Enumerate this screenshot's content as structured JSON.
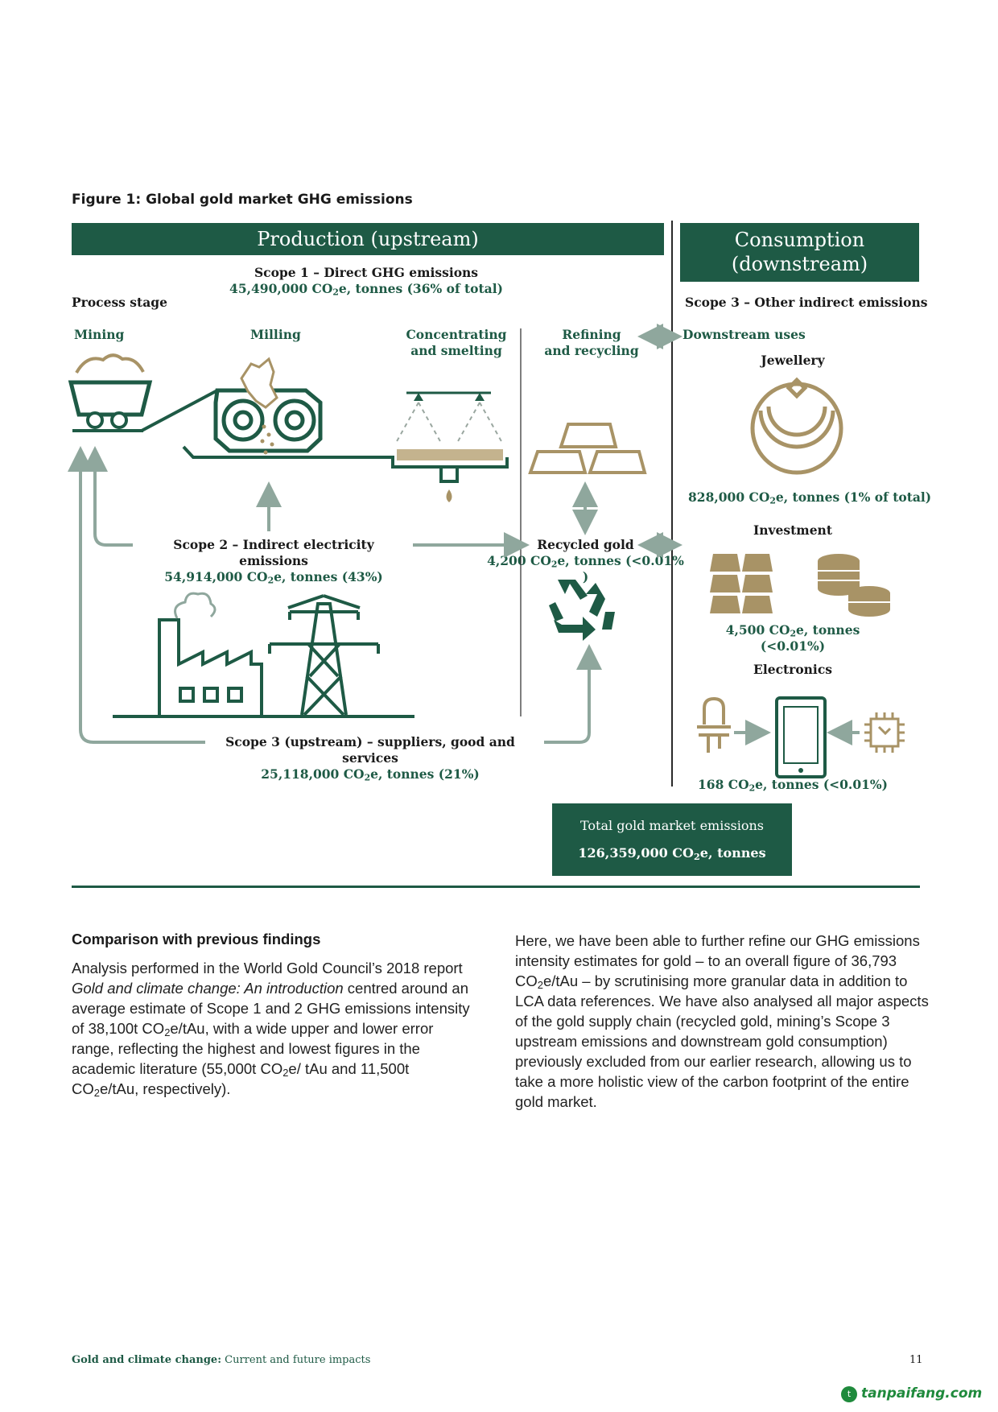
{
  "figure": {
    "title": "Figure 1: Global gold market GHG emissions",
    "production_header": "Production (upstream)",
    "consumption_header_1": "Consumption",
    "consumption_header_2": "(downstream)",
    "scope1": {
      "label": "Scope 1 – Direct GHG emissions",
      "value_pre": "45,490,000 CO",
      "value_post": "e, tonnes (36% of total)"
    },
    "process_stage": "Process stage",
    "scope3_other": "Scope 3 – Other indirect emissions",
    "stages": {
      "mining": "Mining",
      "milling": "Milling",
      "concentrating_1": "Concentrating",
      "concentrating_2": "and smelting",
      "refining_1": "Refining",
      "refining_2": "and recycling",
      "downstream": "Downstream uses"
    },
    "jewellery": {
      "label": "Jewellery",
      "value_pre": "828,000 CO",
      "value_post": "e, tonnes (1% of total)"
    },
    "investment": {
      "label": "Investment",
      "value_pre": "4,500 CO",
      "value_post": "e, tonnes (<0.01%)"
    },
    "electronics": {
      "label": "Electronics",
      "value_pre": "168 CO",
      "value_post": "e, tonnes (<0.01%)"
    },
    "scope2": {
      "label": "Scope 2 – Indirect electricity emissions",
      "value_pre": "54,914,000 CO",
      "value_post": "e, tonnes (43%)"
    },
    "recycled": {
      "label": "Recycled gold",
      "value_pre": "4,200 CO",
      "value_post": "e, tonnes (<0.01% )"
    },
    "scope3_up": {
      "label": "Scope 3 (upstream) – suppliers, good and services",
      "value_pre": "25,118,000 CO",
      "value_post": "e, tonnes (21%)"
    },
    "total": {
      "label": "Total gold market emissions",
      "value_pre": "126,359,000 CO",
      "value_post": "e, tonnes"
    },
    "subscript": "2"
  },
  "text": {
    "heading": "Comparison with previous findings",
    "left": {
      "p1": "Analysis performed in the World Gold Council’s 2018 report ",
      "italic": "Gold and climate change: An introduction",
      "p2": " centred around an average estimate of Scope 1 and 2 GHG emissions intensity of 38,100t CO",
      "p3": "e/tAu, with a wide upper and lower error range, reflecting the highest and lowest figures in the academic literature (55,000t CO",
      "p4": "e/ tAu and 11,500t CO",
      "p5": "e/tAu, respectively)."
    },
    "right": {
      "p1": "Here, we have been able to further refine our GHG emissions intensity estimates for gold – to an overall figure of 36,793 CO",
      "p2": "e/tAu – by scrutinising more granular data in addition to LCA data references. We have also analysed all major aspects of the gold supply chain (recycled gold, mining’s Scope 3 upstream emissions and downstream gold consumption) previously excluded from our earlier research, allowing us to take a more holistic view of the carbon footprint of the entire gold market."
    }
  },
  "footer": {
    "title_bold": "Gold and climate change:",
    "title_rest": " Current and future impacts",
    "page": "11",
    "watermark": "tanpaifang.com"
  },
  "colors": {
    "green": "#1e5a45",
    "gold": "#a89366",
    "grey": "#8fa79d"
  }
}
